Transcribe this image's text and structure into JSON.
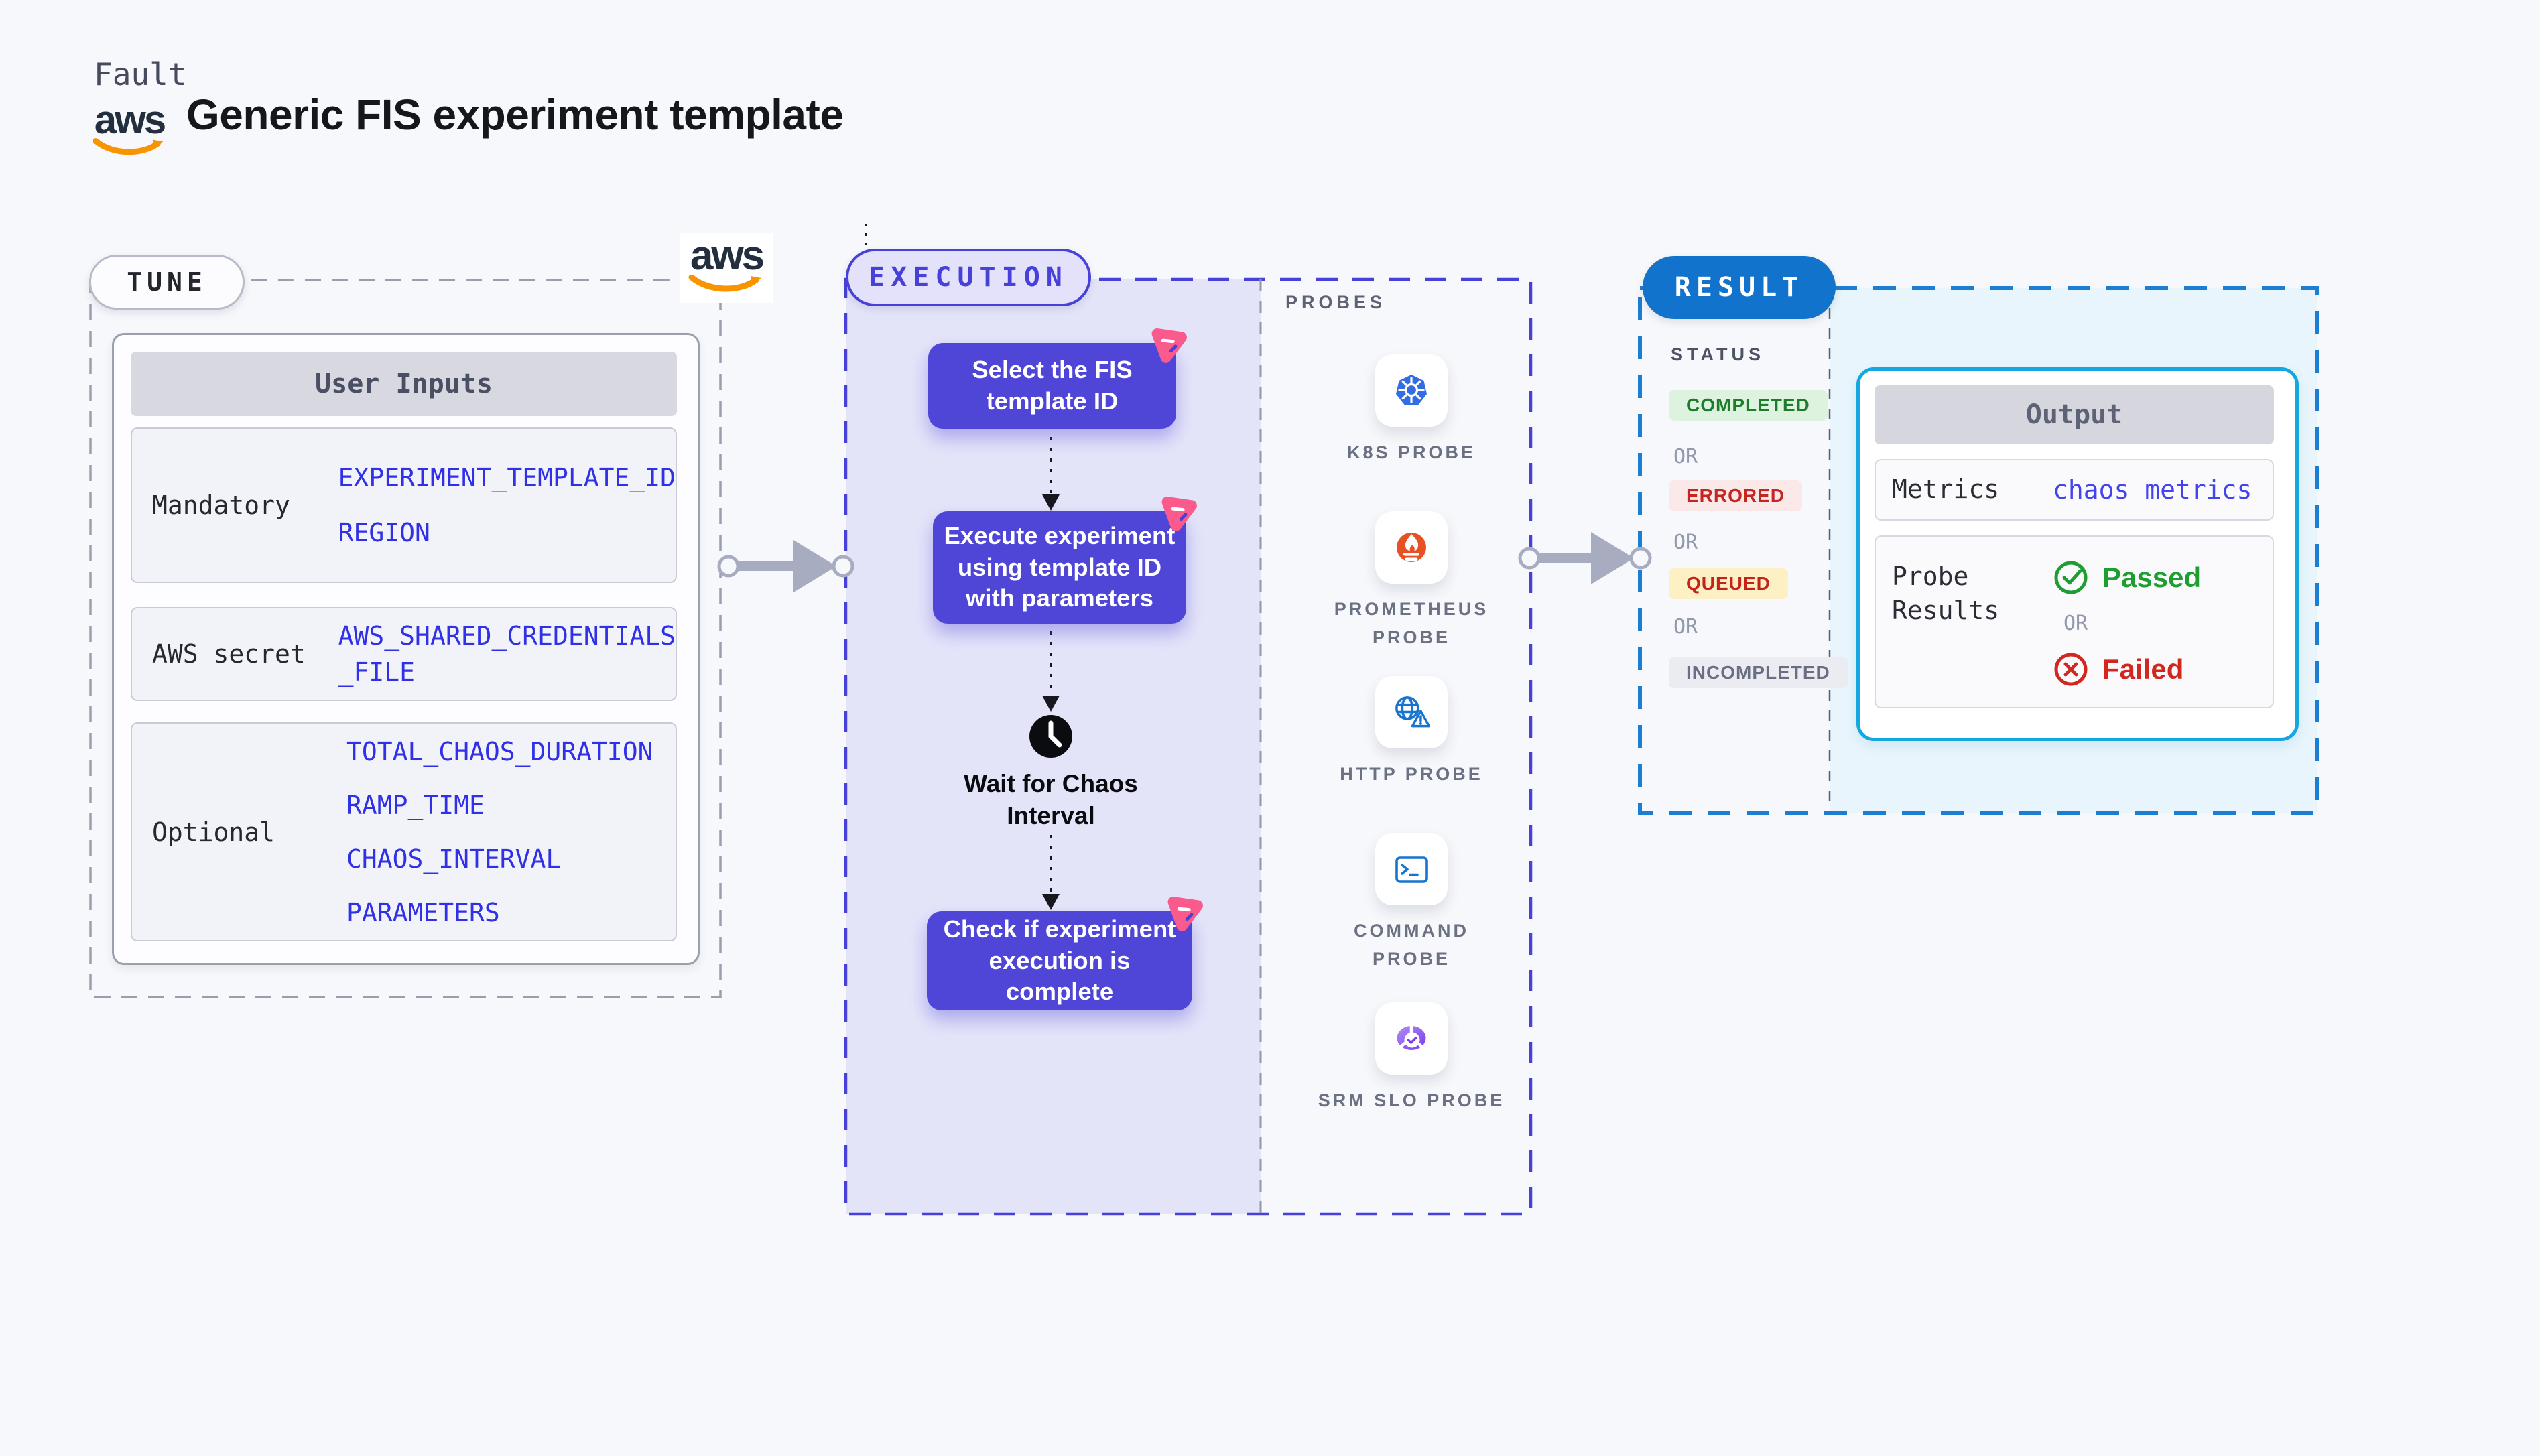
{
  "header": {
    "eyebrow": "Fault",
    "title": "Generic FIS experiment template",
    "aws_word": "aws"
  },
  "tune": {
    "badge": "TUNE",
    "table": {
      "header": "User Inputs",
      "rows": [
        {
          "label": "Mandatory",
          "values": [
            "EXPERIMENT_TEMPLATE_ID",
            "REGION"
          ]
        },
        {
          "label": "AWS secret",
          "values": [
            "AWS_SHARED_CREDENTIALS",
            "_FILE"
          ]
        },
        {
          "label": "Optional",
          "values": [
            "TOTAL_CHAOS_DURATION",
            "RAMP_TIME",
            "CHAOS_INTERVAL",
            "PARAMETERS"
          ]
        }
      ]
    }
  },
  "execution": {
    "badge": "EXECUTION",
    "steps": {
      "step1": "Select the FIS template ID",
      "step2": "Execute experiment using template ID with parameters",
      "wait": "Wait for Chaos Interval",
      "step3": "Check if experiment execution is complete"
    },
    "probes": {
      "label": "PROBES",
      "items": [
        {
          "name": "K8S PROBE",
          "icon": "kubernetes-icon"
        },
        {
          "name": "PROMETHEUS PROBE",
          "icon": "prometheus-icon"
        },
        {
          "name": "HTTP PROBE",
          "icon": "http-globe-icon"
        },
        {
          "name": "COMMAND PROBE",
          "icon": "terminal-icon"
        },
        {
          "name": "SRM SLO PROBE",
          "icon": "slo-pie-icon"
        }
      ]
    }
  },
  "result": {
    "badge": "RESULT",
    "status": {
      "label": "STATUS",
      "or": "OR",
      "badges": [
        {
          "text": "COMPLETED",
          "bg": "#def3df",
          "color": "#1d7d2c"
        },
        {
          "text": "ERRORED",
          "bg": "#fbe9e9",
          "color": "#c42722"
        },
        {
          "text": "QUEUED",
          "bg": "#fcf0c4",
          "color": "#c52218"
        },
        {
          "text": "INCOMPLETED",
          "bg": "#ebebf2",
          "color": "#696e85"
        }
      ]
    },
    "output": {
      "header": "Output",
      "metrics_label": "Metrics",
      "metrics_value": "chaos metrics",
      "probe_label": "Probe Results",
      "passed": "Passed",
      "or": "OR",
      "failed": "Failed"
    }
  },
  "colors": {
    "page_bg": "#f6f8fb",
    "execution_accent": "#4741d9",
    "execution_fill": "#e4e4f9",
    "result_border": "#1c7ed3",
    "result_fill": "#e8f5fc",
    "result_pill": "#1173cb",
    "output_border": "#14a7e0",
    "step_box": "#4f46d8",
    "value_blue": "#3030e6",
    "passed_green": "#1e9e30",
    "failed_red": "#d2271f",
    "arrow_gray": "#a8acc0",
    "litmus_pink": "#fb5a8c",
    "aws_orange": "#f79400"
  }
}
